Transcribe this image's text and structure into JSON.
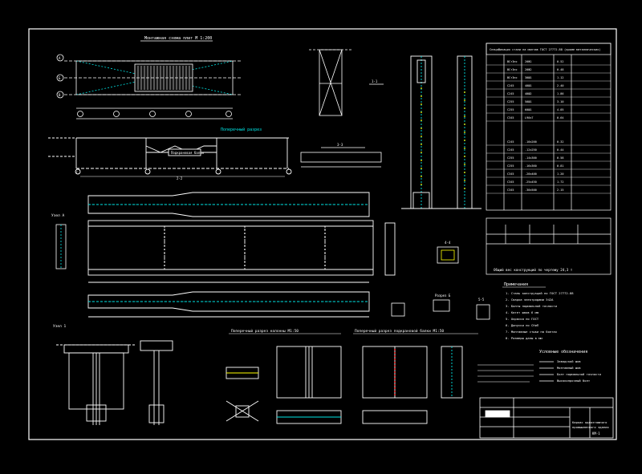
{
  "drawing": {
    "background": "#000000",
    "colors": {
      "frame": "#ffffff",
      "line": "#ffffff",
      "dim": "#00e5e5",
      "accent": "#ffff00",
      "red": "#ff3030",
      "text": "#ffffff"
    },
    "titles": {
      "plan_top": "Монтажная схема плит М 1:200",
      "frame_section": "Поперечный разрез",
      "girder_note": "Подкрановая балка",
      "node_a": "Узел А",
      "node_1": "Узел 1",
      "section_b": "Разрез Б",
      "bottom_left": "Поперечный разрез колонны М1:50",
      "bottom_mid": "Поперечный разрез подкрановой балки М1:50"
    },
    "labels": {
      "section_1_1": "1-1",
      "section_2_2": "2-2",
      "section_3_3": "3-3",
      "section_4_4": "4-4",
      "section_5_5": "5-5",
      "label_a": "А",
      "label_b": "Б",
      "label_v": "В",
      "label_g": "Г"
    },
    "notes": {
      "heading": "Примечания",
      "lines": [
        "1. Сталь конструкций по ГОСТ 27772-88",
        "2. Сварка электродами Э42А",
        "3. Болты нормальной точности",
        "4. Катет швов 6 мм",
        "5. Окраска по ГОСТ",
        "6. Допуски по СНиП",
        "7. Монтажные стыки на болтах",
        "8. Размеры даны в мм"
      ]
    },
    "legend": {
      "heading": "Условные обозначения",
      "items": [
        "Заводской шов",
        "Монтажный шов",
        "Болт нормальной точности",
        "Высокопрочный болт"
      ]
    },
    "spec_table": {
      "title": "Спецификация стали на монтаж ГОСТ 27772-88 (кроме металлических)",
      "rows": [
        [
          "ВСт3пс",
          "20Ж1",
          "0.52"
        ],
        [
          "ВСт3пс",
          "20Ж2",
          "0.48"
        ],
        [
          "ВСт3пс",
          "30Ш1",
          "1.12"
        ],
        [
          "С245",
          "40Ш1",
          "2.40"
        ],
        [
          "С245",
          "40Ш2",
          "1.86"
        ],
        [
          "С255",
          "50Ш1",
          "3.10"
        ],
        [
          "С255",
          "60Ш1",
          "4.05"
        ],
        [
          "С345",
          "L90x7",
          "0.64"
        ]
      ],
      "rows2": [
        [
          "С245",
          "-10x200",
          "0.32"
        ],
        [
          "С245",
          "-12x250",
          "0.44"
        ],
        [
          "С255",
          "-14x300",
          "0.58"
        ],
        [
          "С255",
          "-16x360",
          "0.81"
        ],
        [
          "С345",
          "-20x400",
          "1.20"
        ],
        [
          "С345",
          "-25x450",
          "1.72"
        ],
        [
          "С345",
          "-30x500",
          "2.15"
        ]
      ]
    },
    "total": "Общий вес конструкций по чертежу 24,3 т",
    "stamp": {
      "line1": "Каркас одноэтажного",
      "line2": "промышленного здания",
      "sheet": "КМ-1"
    }
  }
}
